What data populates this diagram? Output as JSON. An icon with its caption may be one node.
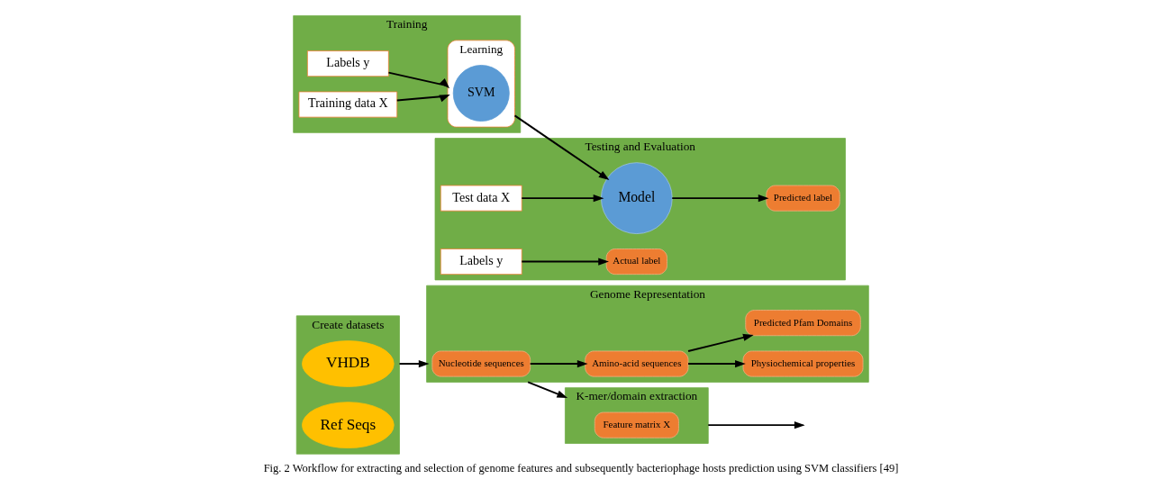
{
  "diagram": {
    "caption": "Fig. 2 Workflow for extracting and selection of genome features and subsequently bacteriophage hosts prediction using SVM classifiers [49]",
    "nodes": [
      {
        "text": [
          "Create datasets"
        ]
      },
      {
        "text": [
          "VHDB"
        ],
        "in": 0
      },
      {
        "text": [
          "Ref Seqs"
        ],
        "in": 0
      },
      {
        "text": [
          "Genome Representation"
        ]
      },
      {
        "text": [
          "Nucleotide sequences"
        ],
        "in": 3
      },
      {
        "text": [
          "Amino-acid sequences"
        ],
        "in": 3
      },
      {
        "text": [
          "Physiochemical properties"
        ],
        "in": 3
      },
      {
        "text": [
          "Predicted Pfam Domains"
        ],
        "in": 3
      },
      {
        "text": [
          "K-mer/domain extraction"
        ]
      },
      {
        "text": [
          "Feature matrix X"
        ],
        "in": 8
      },
      {
        "text": [
          "Training"
        ]
      },
      {
        "text": [
          "Labels y"
        ],
        "in": 10
      },
      {
        "text": [
          "Training data X"
        ],
        "in": 10
      },
      {
        "text": [
          "Learning"
        ],
        "in": 10
      },
      {
        "text": [
          "SVM"
        ],
        "in": 13
      },
      {
        "text": [
          "Testing and Evaluation"
        ]
      },
      {
        "text": [
          "Test data X"
        ],
        "in": 15
      },
      {
        "text": [
          "Model"
        ],
        "in": 15
      },
      {
        "text": [
          "Predicted label"
        ],
        "in": 15
      },
      {
        "text": [
          "Labels y"
        ],
        "in": 15
      },
      {
        "text": [
          "Actual label"
        ],
        "in": 15
      }
    ],
    "edges": [
      {
        "from": 0,
        "to": 3,
        "arrow": "to"
      },
      {
        "from": 4,
        "to": 5,
        "arrow": "to"
      },
      {
        "from": 5,
        "to": 6,
        "arrow": "to"
      },
      {
        "from": 5,
        "to": 7,
        "arrow": "to"
      },
      {
        "from": 3,
        "to": 8,
        "arrow": "to"
      },
      {
        "from": 8,
        "to": null,
        "arrow": "to"
      },
      {
        "from": 11,
        "to": 13,
        "arrow": "to"
      },
      {
        "from": 12,
        "to": 13,
        "arrow": "to"
      },
      {
        "from": 13,
        "to": 17,
        "arrow": "to"
      },
      {
        "from": 16,
        "to": 17,
        "arrow": "to"
      },
      {
        "from": 17,
        "to": 18,
        "arrow": "to"
      },
      {
        "from": 19,
        "to": 20,
        "arrow": "to"
      }
    ]
  }
}
